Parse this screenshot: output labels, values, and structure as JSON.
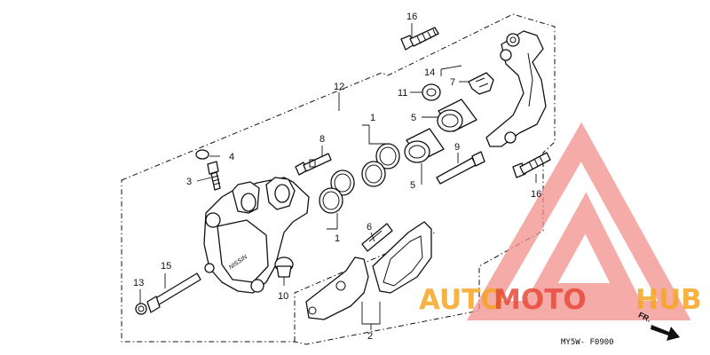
{
  "diagram": {
    "callouts": [
      {
        "id": "c1a",
        "text": "1"
      },
      {
        "id": "c1b",
        "text": "1"
      },
      {
        "id": "c2",
        "text": "2"
      },
      {
        "id": "c3",
        "text": "3"
      },
      {
        "id": "c4",
        "text": "4"
      },
      {
        "id": "c5a",
        "text": "5"
      },
      {
        "id": "c5b",
        "text": "5"
      },
      {
        "id": "c6",
        "text": "6"
      },
      {
        "id": "c7",
        "text": "7"
      },
      {
        "id": "c8",
        "text": "8"
      },
      {
        "id": "c9",
        "text": "9"
      },
      {
        "id": "c10",
        "text": "10"
      },
      {
        "id": "c11",
        "text": "11"
      },
      {
        "id": "c12",
        "text": "12"
      },
      {
        "id": "c13",
        "text": "13"
      },
      {
        "id": "c14",
        "text": "14"
      },
      {
        "id": "c15",
        "text": "15"
      },
      {
        "id": "c16a",
        "text": "16"
      },
      {
        "id": "c16b",
        "text": "16"
      }
    ],
    "drawing_code": "MY5W- F0900",
    "direction_label": "FR.",
    "caliper_marking": "NISSIN"
  },
  "watermark": {
    "text_part1": "AUTO",
    "text_part2": "MOTO",
    "text_part3": "HUB",
    "color_orange": "#f5a623",
    "color_red": "#e84a3c",
    "color_pink": "#f2908a"
  }
}
